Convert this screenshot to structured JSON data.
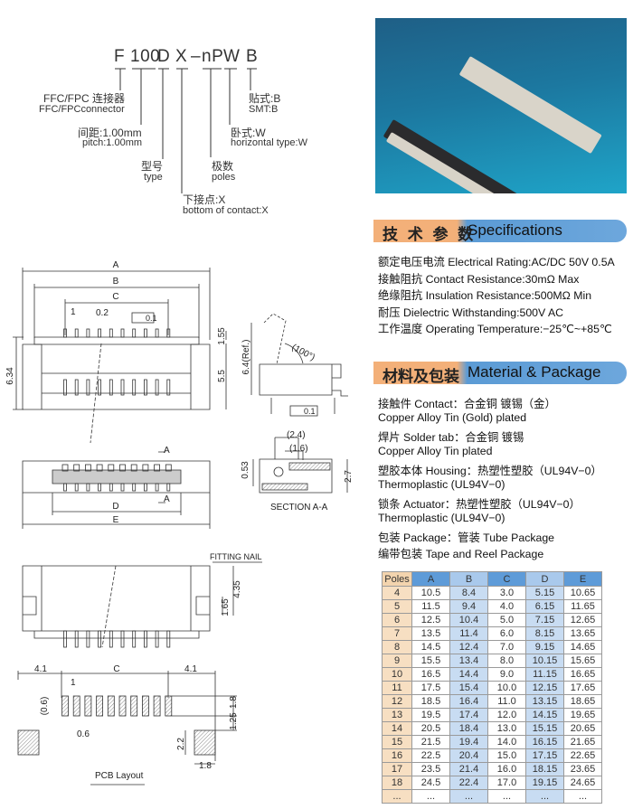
{
  "part_number": {
    "segments": [
      "F",
      "100",
      "D",
      "X",
      "–",
      "nP",
      "W",
      "B"
    ],
    "labels": {
      "f": {
        "cn": "FFC/FPC 连接器",
        "en": "FFC/FPCconnector"
      },
      "pitch": {
        "cn": "间距:1.00mm",
        "en": "pitch:1.00mm"
      },
      "type": {
        "cn": "型号",
        "en": "type"
      },
      "contact": {
        "cn": "下接点:X",
        "en": "bottom of contact:X"
      },
      "poles": {
        "cn": "极数",
        "en": "poles"
      },
      "horizontal": {
        "cn": "卧式:W",
        "en": "horizontal type:W"
      },
      "smt": {
        "cn": "贴式:B",
        "en": "SMT:B"
      }
    }
  },
  "specifications": {
    "title_cn": "技 术 参 数",
    "title_en": "Specifications",
    "lines": [
      "额定电压电流 Electrical Rating:AC/DC 50V 0.5A",
      "接触阻抗 Contact Resistance:30mΩ Max",
      "绝缘阻抗 Insulation Resistance:500MΩ Min",
      "耐压 Dielectric Withstanding:500V AC",
      "工作温度 Operating Temperature:−25℃~+85℃"
    ]
  },
  "material": {
    "title_cn": "材料及包装",
    "title_en": "Material & Package",
    "lines": [
      "接触件 Contact：合金铜 镀锡（金）",
      "Copper Alloy Tin (Gold) plated",
      "焊片 Solder tab：合金铜 镀锡",
      "Copper Alloy Tin plated",
      "塑胶本体 Housing：热塑性塑胶（UL94V−0）",
      "Thermoplastic (UL94V−0)",
      "锁条 Actuator：热塑性塑胶（UL94V−0）",
      "Thermoplastic (UL94V−0)",
      "包装 Package：管装 Tube Package",
      "编带包装 Tape and Reel Package"
    ]
  },
  "table": {
    "headers": [
      "Poles",
      "A",
      "B",
      "C",
      "D",
      "E"
    ],
    "rows": [
      [
        "4",
        "10.5",
        "8.4",
        "3.0",
        "5.15",
        "10.65"
      ],
      [
        "5",
        "11.5",
        "9.4",
        "4.0",
        "6.15",
        "11.65"
      ],
      [
        "6",
        "12.5",
        "10.4",
        "5.0",
        "7.15",
        "12.65"
      ],
      [
        "7",
        "13.5",
        "11.4",
        "6.0",
        "8.15",
        "13.65"
      ],
      [
        "8",
        "14.5",
        "12.4",
        "7.0",
        "9.15",
        "14.65"
      ],
      [
        "9",
        "15.5",
        "13.4",
        "8.0",
        "10.15",
        "15.65"
      ],
      [
        "10",
        "16.5",
        "14.4",
        "9.0",
        "11.15",
        "16.65"
      ],
      [
        "11",
        "17.5",
        "15.4",
        "10.0",
        "12.15",
        "17.65"
      ],
      [
        "12",
        "18.5",
        "16.4",
        "11.0",
        "13.15",
        "18.65"
      ],
      [
        "13",
        "19.5",
        "17.4",
        "12.0",
        "14.15",
        "19.65"
      ],
      [
        "14",
        "20.5",
        "18.4",
        "13.0",
        "15.15",
        "20.65"
      ],
      [
        "15",
        "21.5",
        "19.4",
        "14.0",
        "16.15",
        "21.65"
      ],
      [
        "16",
        "22.5",
        "20.4",
        "15.0",
        "17.15",
        "22.65"
      ],
      [
        "17",
        "23.5",
        "21.4",
        "16.0",
        "18.15",
        "23.65"
      ],
      [
        "18",
        "24.5",
        "22.4",
        "17.0",
        "19.15",
        "24.65"
      ],
      [
        "...",
        "...",
        "...",
        "...",
        "...",
        "..."
      ]
    ]
  },
  "drawings": {
    "top": {
      "A": "A",
      "B": "B",
      "C": "C",
      "pitch": "1",
      "pin_w": "0.2",
      "flat": "0.1",
      "h_total": "6.34",
      "h1": "1.55",
      "h2": "5.5"
    },
    "side": {
      "ref": "6.4(Ref.)",
      "angle": "(100°)",
      "flat": "0.1"
    },
    "bottom": {
      "sec1": "A",
      "sec2": "A",
      "D": "D",
      "E": "E"
    },
    "section": {
      "d1": "(2.4)",
      "d2": "(1.6)",
      "d3": "0.53",
      "d4": "2.7",
      "title": "SECTION A-A"
    },
    "front": {
      "nail": "FITTING NAIL",
      "h1": "4.35",
      "h2": "1.65"
    },
    "pcb": {
      "left": "4.1",
      "c": "C",
      "right": "4.1",
      "pitch": "1",
      "pad_h": "(0.6)",
      "pad_w": "0.6",
      "d1": "1.8",
      "d2": "1.25",
      "d3": "2.2",
      "d4": "1.8",
      "title": "PCB Layout"
    }
  },
  "colors": {
    "orange": "#f3b079",
    "blue": "#5b9bd5",
    "light_blue": "#c8dcf2",
    "beige": "#f7dfc2"
  }
}
